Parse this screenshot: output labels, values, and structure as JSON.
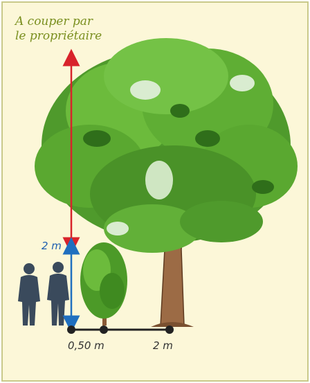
{
  "caption": {
    "line1": "A couper par",
    "line2": "le propriétaire"
  },
  "labels": {
    "height_limit": "2 m",
    "distance_near": "0,50 m",
    "distance_far": "2 m"
  },
  "colors": {
    "background": "#fcf7d8",
    "border": "#c9c98a",
    "caption": "#7a8f1f",
    "cut_arrow": "#d8232a",
    "limit_arrow": "#1f6fbf",
    "limit_label": "#1f5fb0",
    "ground_line": "#222222",
    "distance_label": "#333333",
    "foliage": "#5cab34",
    "trunk": "#9c6b45",
    "people": "#3a4a5c"
  },
  "icons": {
    "people": "person-silhouettes",
    "hedge": "small-tree",
    "tree": "large-tree"
  }
}
